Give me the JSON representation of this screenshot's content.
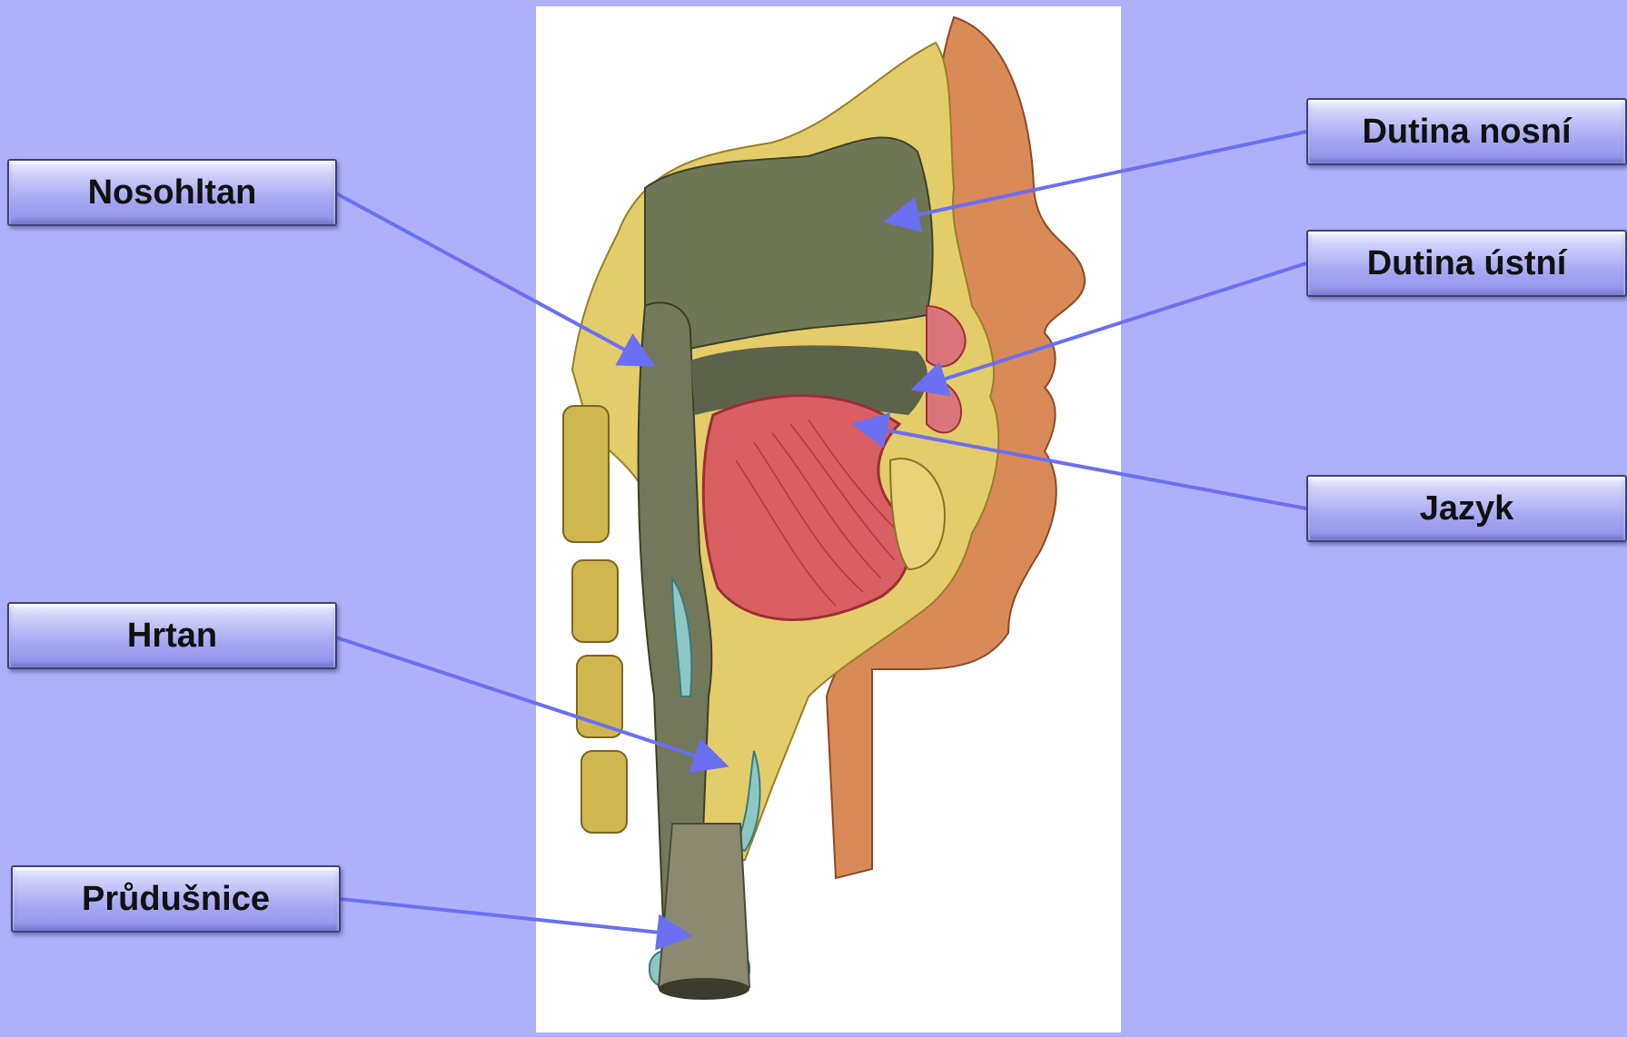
{
  "labels": {
    "nosohltan": "Nosohltan",
    "hrtan": "Hrtan",
    "prudusnice": "Průdušnice",
    "dutina_nosni": "Dutina nosní",
    "dutina_ustni": "Dutina ústní",
    "jazyk": "Jazyk"
  },
  "colors": {
    "background": "#aeb0f9",
    "arrow": "#6b6ff2",
    "label_fill": "#a7a9f3",
    "label_border": "#3e4178"
  }
}
